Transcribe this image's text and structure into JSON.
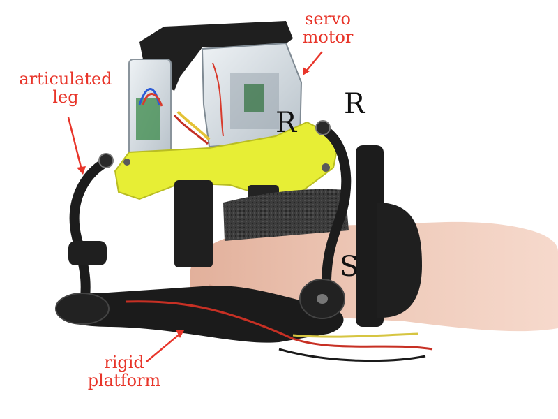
{
  "annotations": {
    "color": "#e8352a",
    "servo_motor": "servo\nmotor",
    "articulated_leg": "articulated\nleg",
    "rigid_platform": "rigid\nplatform"
  },
  "joint_letters": {
    "color": "#111111",
    "r_center": "R",
    "r_right": "R",
    "s_lower": "S"
  },
  "palette": {
    "printed_part": "#e9f03a",
    "dark_plastic": "#1e1e1e",
    "servo_clear": "#d9e0e6",
    "foam": "#3a3a3a",
    "skin": "#ecc6b3"
  }
}
